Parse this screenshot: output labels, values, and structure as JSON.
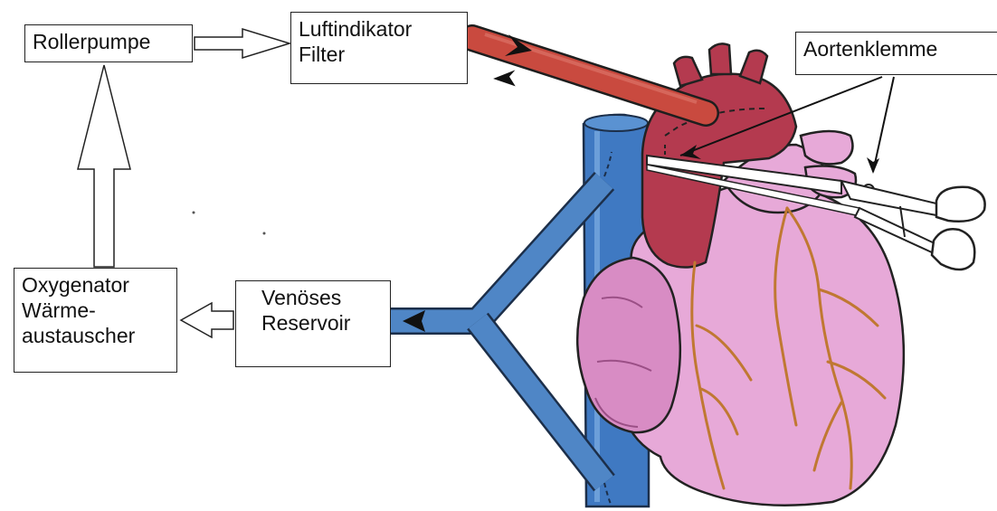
{
  "diagram": {
    "boxes": {
      "roller_pump": {
        "label": "Rollerpumpe"
      },
      "air_filter": {
        "line1": "Luftindikator",
        "line2": "Filter"
      },
      "aortic_clamp": {
        "label": "Aortenklemme"
      },
      "oxygenator": {
        "line1": "Oxygenator",
        "line2": "Wärme-",
        "line3": "austauscher"
      },
      "venous_reservoir": {
        "line1": "Venöses",
        "line2": "Reservoir"
      }
    },
    "colors": {
      "arterial": "#c94a3f",
      "venous": "#4f86c6",
      "vena_cava": "#3f79c2",
      "heart_pink": "#e7a9d8",
      "heart_dark_pink": "#c36aa8",
      "aorta_red": "#b43a4f",
      "coronary": "#c07832",
      "outline": "#222222"
    }
  }
}
